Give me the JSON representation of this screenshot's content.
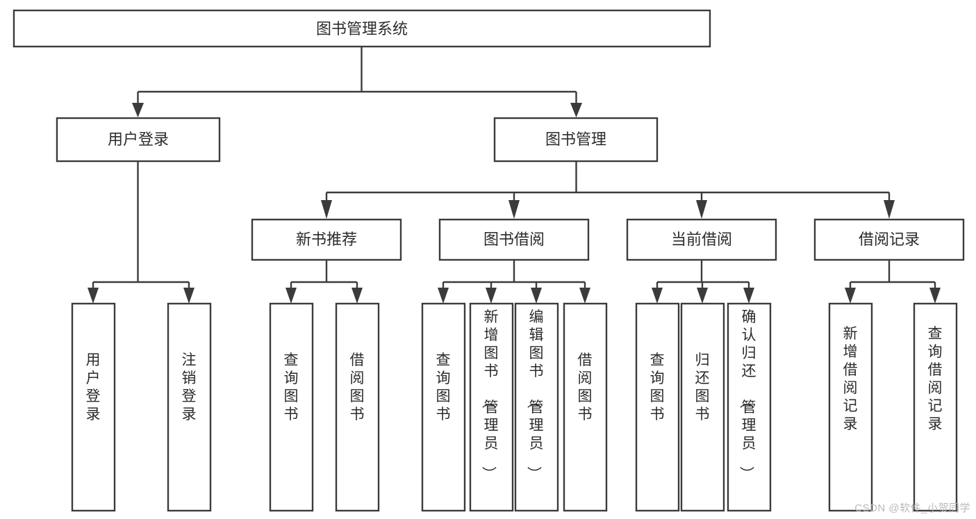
{
  "diagram": {
    "type": "tree",
    "title": "图书管理系统",
    "orientation": "top-down",
    "colors": {
      "box_fill": "#ffffff",
      "box_stroke": "#3b3b3b",
      "text": "#2b2b2b",
      "background": "#ffffff",
      "watermark": "#b9b9b9"
    },
    "levels": {
      "level1": {
        "label": "图书管理系统"
      },
      "level2": [
        {
          "label": "用户登录"
        },
        {
          "label": "图书管理"
        }
      ],
      "level3": [
        {
          "label": "新书推荐"
        },
        {
          "label": "图书借阅"
        },
        {
          "label": "当前借阅"
        },
        {
          "label": "借阅记录"
        }
      ]
    },
    "nodes": {
      "root": {
        "label": "图书管理系统"
      },
      "user_login": {
        "label": "用户登录"
      },
      "book_manage": {
        "label": "图书管理"
      },
      "new_book_rec": {
        "label": "新书推荐"
      },
      "book_borrow": {
        "label": "图书借阅"
      },
      "current_borrow": {
        "label": "当前借阅"
      },
      "borrow_record": {
        "label": "借阅记录"
      }
    },
    "leaves": {
      "user_login": [
        {
          "label": "用户登录"
        },
        {
          "label": "注销登录"
        }
      ],
      "new_book_rec": [
        {
          "label": "查询图书"
        },
        {
          "label": "借阅图书"
        }
      ],
      "book_borrow": [
        {
          "label": "查询图书"
        },
        {
          "label": "新增图书（管理员）"
        },
        {
          "label": "编辑图书（管理员）"
        },
        {
          "label": "借阅图书"
        }
      ],
      "current_borrow": [
        {
          "label": "查询图书"
        },
        {
          "label": "归还图书"
        },
        {
          "label": "确认归还（管理员）"
        }
      ],
      "borrow_record": [
        {
          "label": "新增借阅记录"
        },
        {
          "label": "查询借阅记录"
        }
      ]
    }
  },
  "watermark": {
    "text": "CSDN @软件_小贺同学"
  }
}
